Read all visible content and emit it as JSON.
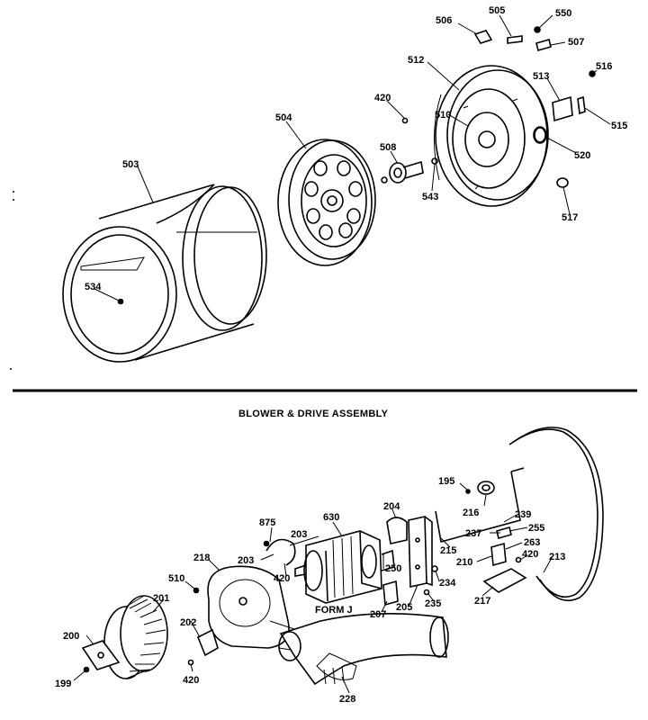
{
  "section_title": "BLOWER & DRIVE ASSEMBLY",
  "form_label": "FORM J",
  "parts": {
    "p506": "506",
    "p505": "505",
    "p550": "550",
    "p507": "507",
    "p512": "512",
    "p516": "516",
    "p513": "513",
    "p420a": "420",
    "p504": "504",
    "p510a": "510",
    "p515": "515",
    "p508": "508",
    "p520": "520",
    "p503": "503",
    "p543": "543",
    "p517": "517",
    "p534": "534",
    "p195": "195",
    "p216": "216",
    "p239": "239",
    "p255": "255",
    "p237": "237",
    "p263": "263",
    "p875": "875",
    "p630": "630",
    "p204": "204",
    "p203a": "203",
    "p203b": "203",
    "p215": "215",
    "p420b": "420",
    "p213": "213",
    "p210": "210",
    "p420c": "420",
    "p218": "218",
    "p250": "250",
    "p234": "234",
    "p510b": "510",
    "p201": "201",
    "p207": "207",
    "p205": "205",
    "p235": "235",
    "p217": "217",
    "p202": "202",
    "p200": "200",
    "p420d": "420",
    "p199": "199",
    "p228": "228"
  }
}
